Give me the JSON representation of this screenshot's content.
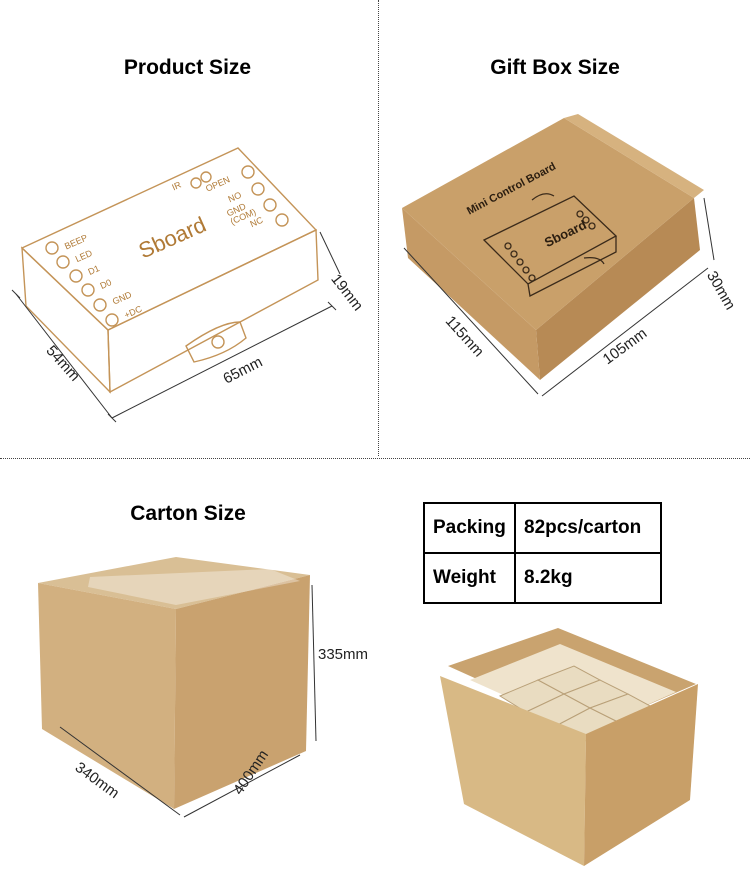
{
  "product": {
    "title": "Product Size",
    "brand": "Sboard",
    "labels_left": [
      "BEEP",
      "LED",
      "D1",
      "D0",
      "GND",
      "+DC"
    ],
    "labels_right": [
      "IR",
      "OPEN",
      "NO",
      "GND\n(COM)",
      "NC"
    ],
    "dim_length": "65mm",
    "dim_width": "54mm",
    "dim_height": "19mm"
  },
  "gift": {
    "title": "Gift Box Size",
    "box_text": "Mini Control Board",
    "brand": "Sboard",
    "dim_length": "105mm",
    "dim_width": "115mm",
    "dim_height": "30mm"
  },
  "carton": {
    "title": "Carton Size",
    "dim_length": "400mm",
    "dim_width": "340mm",
    "dim_height": "335mm"
  },
  "spec_table": {
    "rows": [
      {
        "key": "Packing",
        "value": "82pcs/carton"
      },
      {
        "key": "Weight",
        "value": "8.2kg"
      }
    ]
  },
  "colors": {
    "outline_brown": "#c49458",
    "kraft": "#c9a06a",
    "carton": "#d9bc8e"
  }
}
